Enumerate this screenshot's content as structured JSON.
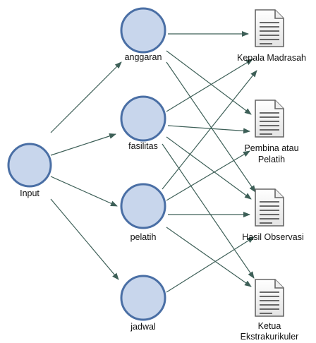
{
  "colors": {
    "circle_fill": "#c8d6ec",
    "circle_stroke": "#4a6fa5",
    "edge": "#3d5f57",
    "doc_stroke": "#666666"
  },
  "nodes": {
    "input": {
      "label": "Input"
    },
    "anggaran": {
      "label": "anggaran"
    },
    "fasilitas": {
      "label": "fasilitas"
    },
    "pelatih": {
      "label": "pelatih"
    },
    "jadwal": {
      "label": "jadwal"
    }
  },
  "outputs": {
    "kepala": {
      "label": "Kepala Madrasah"
    },
    "pembina": {
      "label_line1": "Pembina atau",
      "label_line2": "Pelatih"
    },
    "hasil": {
      "label": "Hasil Observasi"
    },
    "ketua": {
      "label_line1": "Ketua",
      "label_line2": "Ekstrakurikuler"
    }
  }
}
